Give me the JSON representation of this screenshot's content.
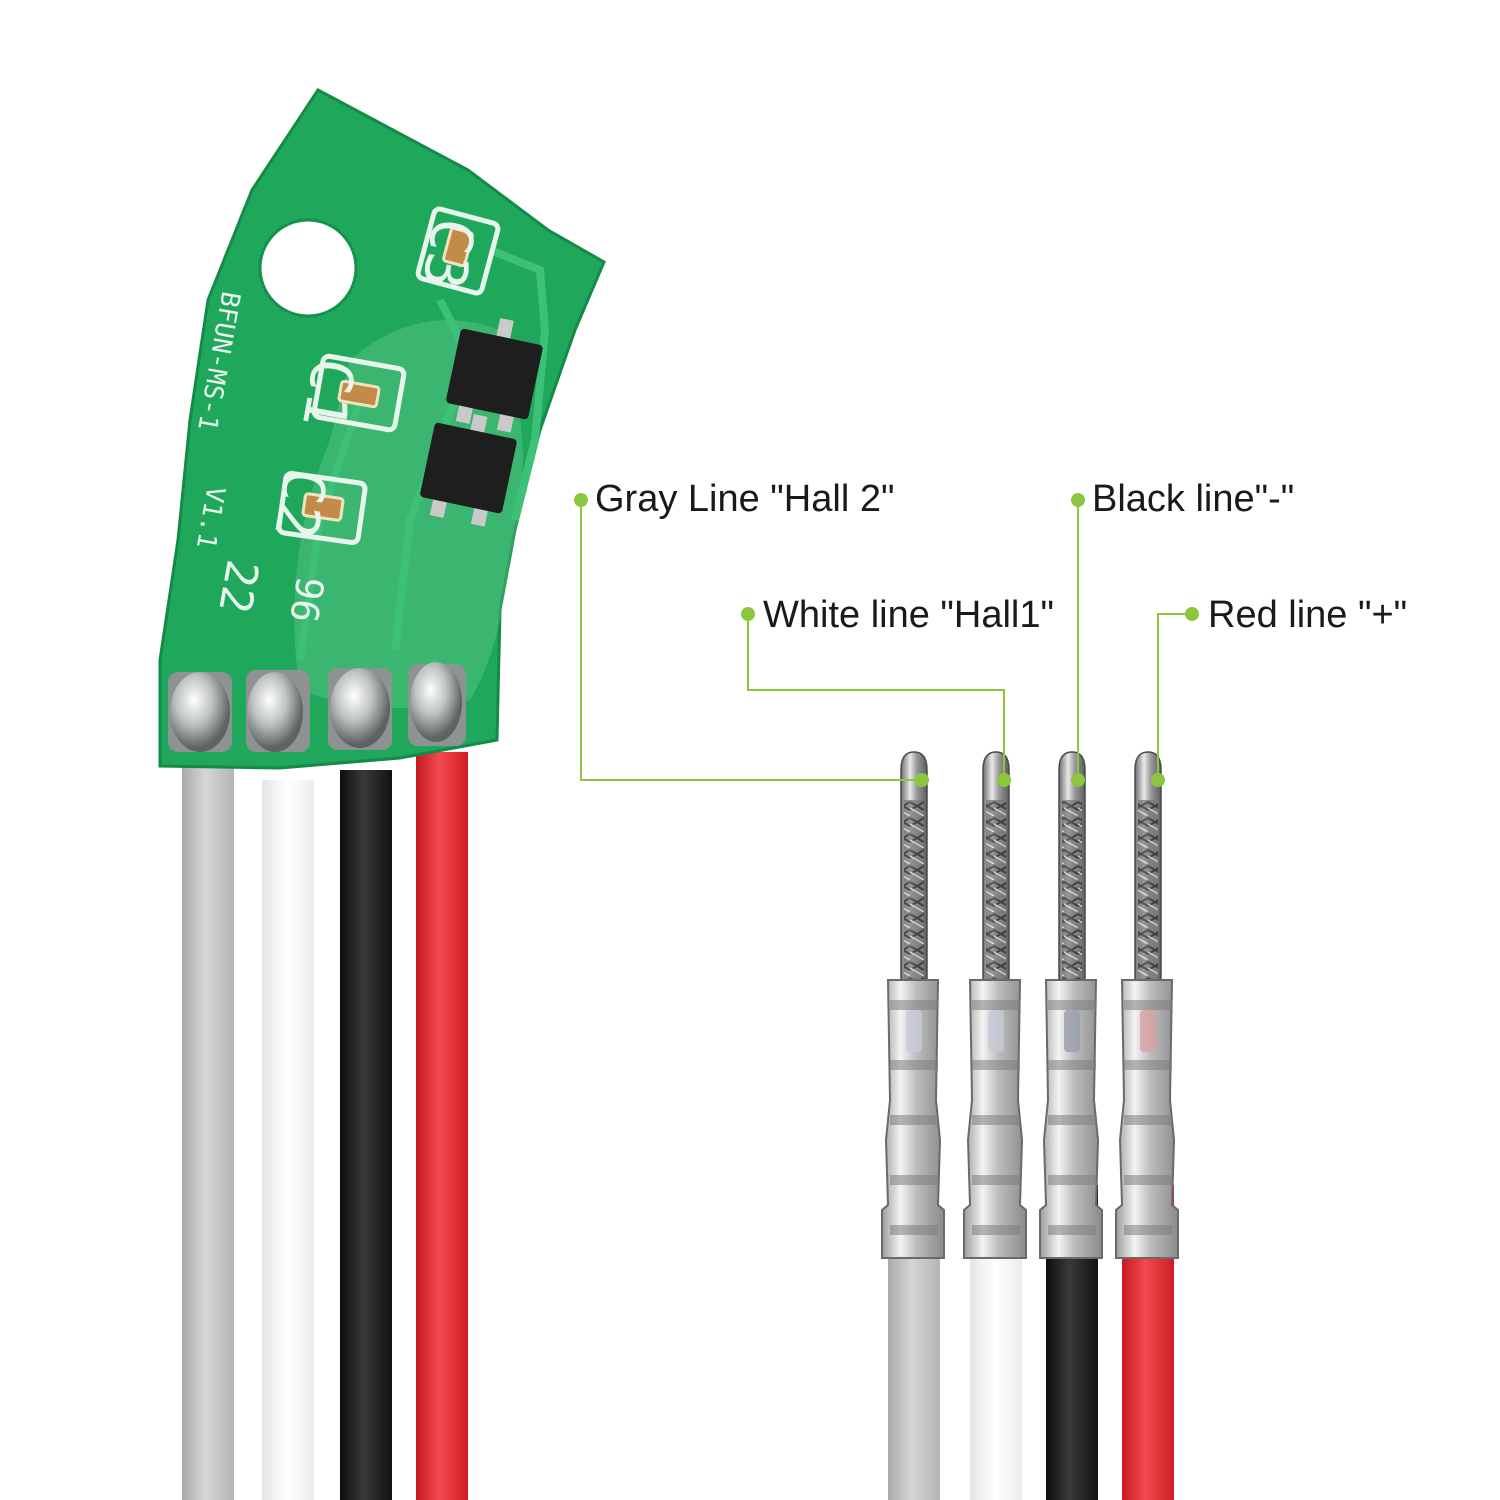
{
  "colors": {
    "accent": "#8cc63f",
    "pcb": "#1faa5c",
    "wire_gray": "#c4c4c4",
    "wire_white": "#fbfbfb",
    "wire_black": "#161616",
    "wire_red": "#e8262b"
  },
  "pcb": {
    "silkscreen": {
      "c3": "C3",
      "c1": "C1",
      "c2": "C2",
      "part_no": "BFUN-MS-1",
      "version": "V1.1",
      "date": "22",
      "code": "96"
    }
  },
  "callouts": {
    "gray": "Gray Line \"Hall 2\"",
    "white": "White line \"Hall1\"",
    "black": "Black line\"-\"",
    "red": "Red line \"+\""
  }
}
